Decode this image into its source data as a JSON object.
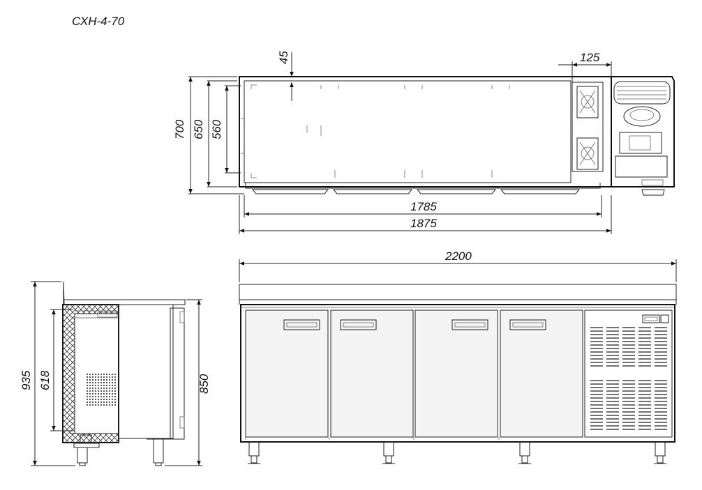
{
  "title": "СХН-4-70",
  "dimensions": {
    "top_depth_total": "700",
    "top_depth_mid": "650",
    "top_depth_inner": "560",
    "top_offset": "45",
    "top_unit": "125",
    "top_width_inner": "1785",
    "top_width_outer": "1875",
    "front_width": "2200",
    "side_height_total": "935",
    "side_height_inner": "618",
    "side_height_body": "850"
  },
  "colors": {
    "line": "#222222",
    "background": "#ffffff"
  }
}
